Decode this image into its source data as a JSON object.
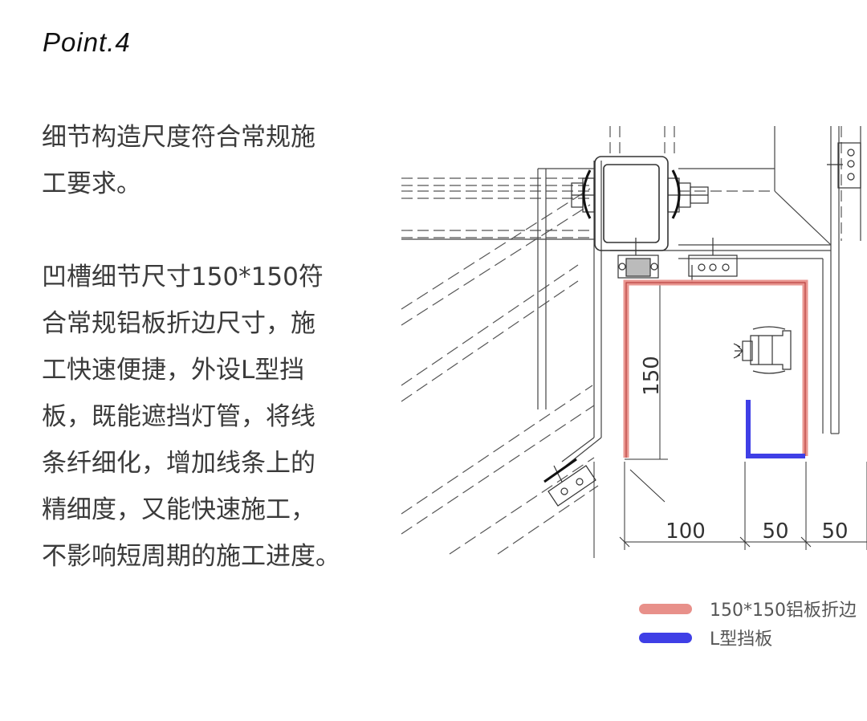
{
  "title": "Point.4",
  "paragraph1": [
    "细节构造尺度符合常规施",
    "工要求。"
  ],
  "paragraph2": [
    "凹槽细节尺寸150*150符",
    "合常规铝板折边尺寸，施",
    "工快速便捷，外设L型挡",
    "板，既能遮挡灯管，将线",
    "条纤细化，增加线条上的",
    "精细度，又能快速施工，",
    "不影响短周期的施工进度。"
  ],
  "drawing": {
    "dim_vertical": "150",
    "dim_bottom": [
      "100",
      "50",
      "50"
    ]
  },
  "legend": [
    {
      "label": "150*150铝板折边",
      "color": "#e8908a"
    },
    {
      "label": "L型挡板",
      "color": "#3f3fe6"
    }
  ]
}
